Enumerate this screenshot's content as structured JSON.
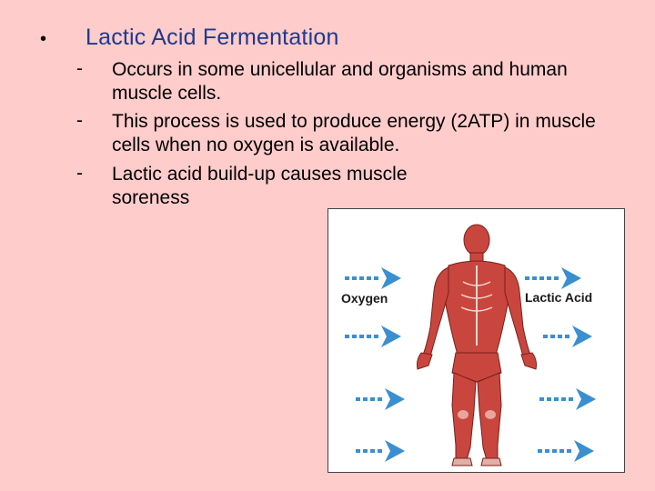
{
  "slide": {
    "heading": "Lactic Acid Fermentation",
    "bullet": "•",
    "items": [
      {
        "dash": "-",
        "text": "Occurs in some unicellular and organisms and human muscle cells."
      },
      {
        "dash": "-",
        "text": "This process is used to produce energy (2ATP) in muscle cells when no oxygen is available."
      },
      {
        "dash": "-",
        "text": "Lactic acid build-up causes muscle soreness"
      }
    ]
  },
  "figure": {
    "left_label": "Oxygen",
    "right_label": "Lactic Acid",
    "arrow_color": "#3a8fd0",
    "muscle_color": "#c9463e"
  },
  "colors": {
    "background": "#ffcccc",
    "heading": "#1f3a8a"
  }
}
